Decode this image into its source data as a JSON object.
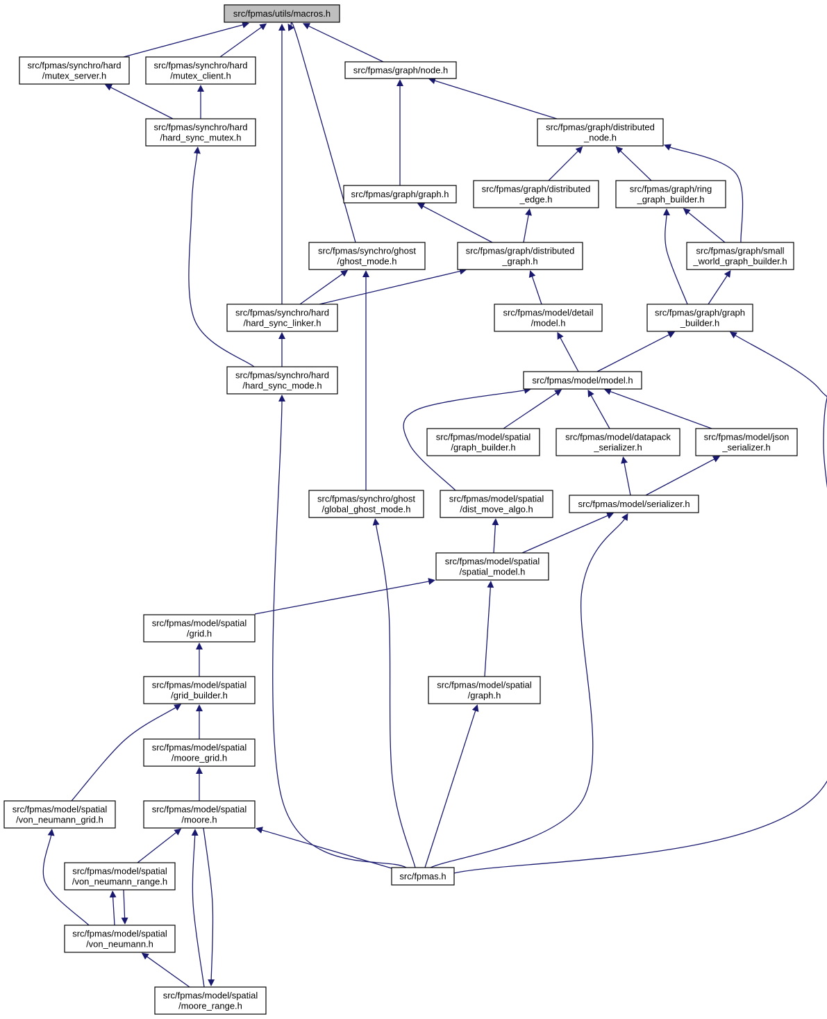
{
  "diagram": {
    "type": "include-dependency-graph",
    "colors": {
      "edge": "#191970",
      "node_border": "#000000",
      "root_fill": "#bfbfbf",
      "node_fill": "#ffffff"
    },
    "nodes": [
      {
        "id": "macros",
        "lines": [
          "src/fpmas/utils/macros.h"
        ],
        "root": true
      },
      {
        "id": "mutex_server",
        "lines": [
          "src/fpmas/synchro/hard",
          "/mutex_server.h"
        ]
      },
      {
        "id": "mutex_client",
        "lines": [
          "src/fpmas/synchro/hard",
          "/mutex_client.h"
        ]
      },
      {
        "id": "node",
        "lines": [
          "src/fpmas/graph/node.h"
        ]
      },
      {
        "id": "hard_sync_mutex",
        "lines": [
          "src/fpmas/synchro/hard",
          "/hard_sync_mutex.h"
        ]
      },
      {
        "id": "dist_node",
        "lines": [
          "src/fpmas/graph/distributed",
          "_node.h"
        ]
      },
      {
        "id": "graph",
        "lines": [
          "src/fpmas/graph/graph.h"
        ]
      },
      {
        "id": "dist_edge",
        "lines": [
          "src/fpmas/graph/distributed",
          "_edge.h"
        ]
      },
      {
        "id": "ring",
        "lines": [
          "src/fpmas/graph/ring",
          "_graph_builder.h"
        ]
      },
      {
        "id": "ghost_mode",
        "lines": [
          "src/fpmas/synchro/ghost",
          "/ghost_mode.h"
        ]
      },
      {
        "id": "dist_graph",
        "lines": [
          "src/fpmas/graph/distributed",
          "_graph.h"
        ]
      },
      {
        "id": "small_world",
        "lines": [
          "src/fpmas/graph/small",
          "_world_graph_builder.h"
        ]
      },
      {
        "id": "hard_sync_linker",
        "lines": [
          "src/fpmas/synchro/hard",
          "/hard_sync_linker.h"
        ]
      },
      {
        "id": "detail_model",
        "lines": [
          "src/fpmas/model/detail",
          "/model.h"
        ]
      },
      {
        "id": "graph_builder",
        "lines": [
          "src/fpmas/graph/graph",
          "_builder.h"
        ]
      },
      {
        "id": "hard_sync_mode",
        "lines": [
          "src/fpmas/synchro/hard",
          "/hard_sync_mode.h"
        ]
      },
      {
        "id": "model",
        "lines": [
          "src/fpmas/model/model.h"
        ]
      },
      {
        "id": "sp_graph_builder",
        "lines": [
          "src/fpmas/model/spatial",
          "/graph_builder.h"
        ]
      },
      {
        "id": "datapack",
        "lines": [
          "src/fpmas/model/datapack",
          "_serializer.h"
        ]
      },
      {
        "id": "json",
        "lines": [
          "src/fpmas/model/json",
          "_serializer.h"
        ]
      },
      {
        "id": "global_ghost",
        "lines": [
          "src/fpmas/synchro/ghost",
          "/global_ghost_mode.h"
        ]
      },
      {
        "id": "dist_move",
        "lines": [
          "src/fpmas/model/spatial",
          "/dist_move_algo.h"
        ]
      },
      {
        "id": "serializer",
        "lines": [
          "src/fpmas/model/serializer.h"
        ]
      },
      {
        "id": "spatial_model",
        "lines": [
          "src/fpmas/model/spatial",
          "/spatial_model.h"
        ]
      },
      {
        "id": "grid",
        "lines": [
          "src/fpmas/model/spatial",
          "/grid.h"
        ]
      },
      {
        "id": "grid_builder",
        "lines": [
          "src/fpmas/model/spatial",
          "/grid_builder.h"
        ]
      },
      {
        "id": "sp_graph",
        "lines": [
          "src/fpmas/model/spatial",
          "/graph.h"
        ]
      },
      {
        "id": "moore_grid",
        "lines": [
          "src/fpmas/model/spatial",
          "/moore_grid.h"
        ]
      },
      {
        "id": "vn_grid",
        "lines": [
          "src/fpmas/model/spatial",
          "/von_neumann_grid.h"
        ]
      },
      {
        "id": "moore",
        "lines": [
          "src/fpmas/model/spatial",
          "/moore.h"
        ]
      },
      {
        "id": "vn_range",
        "lines": [
          "src/fpmas/model/spatial",
          "/von_neumann_range.h"
        ]
      },
      {
        "id": "fpmas",
        "lines": [
          "src/fpmas.h"
        ]
      },
      {
        "id": "von_neumann",
        "lines": [
          "src/fpmas/model/spatial",
          "/von_neumann.h"
        ]
      },
      {
        "id": "moore_range",
        "lines": [
          "src/fpmas/model/spatial",
          "/moore_range.h"
        ]
      }
    ],
    "edges": [
      {
        "from": "mutex_server",
        "to": "macros"
      },
      {
        "from": "mutex_client",
        "to": "macros"
      },
      {
        "from": "hard_sync_linker",
        "to": "macros"
      },
      {
        "from": "ghost_mode",
        "to": "macros"
      },
      {
        "from": "node",
        "to": "macros"
      },
      {
        "from": "hard_sync_mutex",
        "to": "mutex_server"
      },
      {
        "from": "hard_sync_mutex",
        "to": "mutex_client"
      },
      {
        "from": "graph",
        "to": "node"
      },
      {
        "from": "dist_node",
        "to": "node"
      },
      {
        "from": "hard_sync_mode",
        "to": "hard_sync_mutex"
      },
      {
        "from": "dist_edge",
        "to": "dist_node"
      },
      {
        "from": "ring",
        "to": "dist_node"
      },
      {
        "from": "small_world",
        "to": "dist_node"
      },
      {
        "from": "dist_graph",
        "to": "graph"
      },
      {
        "from": "dist_graph",
        "to": "dist_edge"
      },
      {
        "from": "small_world",
        "to": "ring"
      },
      {
        "from": "graph_builder",
        "to": "ring"
      },
      {
        "from": "hard_sync_linker",
        "to": "ghost_mode"
      },
      {
        "from": "global_ghost",
        "to": "ghost_mode"
      },
      {
        "from": "hard_sync_linker",
        "to": "dist_graph"
      },
      {
        "from": "detail_model",
        "to": "dist_graph"
      },
      {
        "from": "graph_builder",
        "to": "small_world"
      },
      {
        "from": "hard_sync_mode",
        "to": "hard_sync_linker"
      },
      {
        "from": "model",
        "to": "detail_model"
      },
      {
        "from": "model",
        "to": "graph_builder"
      },
      {
        "from": "fpmas",
        "to": "graph_builder"
      },
      {
        "from": "fpmas",
        "to": "hard_sync_mode"
      },
      {
        "from": "sp_graph_builder",
        "to": "model"
      },
      {
        "from": "datapack",
        "to": "model"
      },
      {
        "from": "json",
        "to": "model"
      },
      {
        "from": "dist_move",
        "to": "model"
      },
      {
        "from": "serializer",
        "to": "datapack"
      },
      {
        "from": "serializer",
        "to": "json"
      },
      {
        "from": "fpmas",
        "to": "global_ghost"
      },
      {
        "from": "spatial_model",
        "to": "dist_move"
      },
      {
        "from": "spatial_model",
        "to": "serializer"
      },
      {
        "from": "fpmas",
        "to": "serializer"
      },
      {
        "from": "grid",
        "to": "spatial_model"
      },
      {
        "from": "sp_graph",
        "to": "spatial_model"
      },
      {
        "from": "grid_builder",
        "to": "grid"
      },
      {
        "from": "fpmas",
        "to": "sp_graph"
      },
      {
        "from": "moore_grid",
        "to": "grid_builder"
      },
      {
        "from": "vn_grid",
        "to": "grid_builder"
      },
      {
        "from": "moore",
        "to": "moore_grid"
      },
      {
        "from": "von_neumann",
        "to": "vn_grid"
      },
      {
        "from": "vn_range",
        "to": "moore"
      },
      {
        "from": "fpmas",
        "to": "moore"
      },
      {
        "from": "moore_range",
        "to": "moore"
      },
      {
        "from": "moore",
        "to": "moore_range"
      },
      {
        "from": "von_neumann",
        "to": "vn_range"
      },
      {
        "from": "vn_range",
        "to": "von_neumann"
      },
      {
        "from": "moore_range",
        "to": "von_neumann"
      }
    ]
  }
}
